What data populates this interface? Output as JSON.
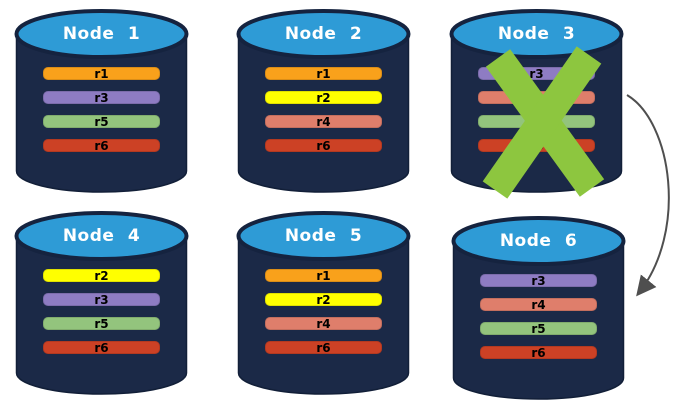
{
  "diagram": {
    "description_label": "database-node-replication-diagram"
  },
  "colors": {
    "canvas_background": "#FFFFFF",
    "cylinder_body": "#1B2947",
    "cylinder_body_outline": "#121F38",
    "cylinder_top": "#2E9BD6",
    "cylinder_top_outline": "#15233F",
    "title_text": "#FFFFFF",
    "row_label_text": "#000000"
  },
  "nodes": [
    {
      "title": "Node 1",
      "rows": [
        {
          "label": "r1",
          "color": "#F9A11B"
        },
        {
          "label": "r3",
          "color": "#8E7CC3"
        },
        {
          "label": "r5",
          "color": "#93C47D"
        },
        {
          "label": "r6",
          "color": "#CC4125"
        }
      ]
    },
    {
      "title": "Node 2",
      "rows": [
        {
          "label": "r1",
          "color": "#F9A11B"
        },
        {
          "label": "r2",
          "color": "#FFFF00"
        },
        {
          "label": "r4",
          "color": "#DF7E6B"
        },
        {
          "label": "r6",
          "color": "#CC4125"
        }
      ]
    },
    {
      "title": "Node 3",
      "rows": [
        {
          "label": "r3",
          "color": "#8E7CC3"
        },
        {
          "label": "r4",
          "color": "#DF7E6B"
        },
        {
          "label": "r5",
          "color": "#93C47D"
        },
        {
          "label": "r6",
          "color": "#CC4125"
        }
      ]
    },
    {
      "title": "Node 4",
      "rows": [
        {
          "label": "r2",
          "color": "#FFFF00"
        },
        {
          "label": "r3",
          "color": "#8E7CC3"
        },
        {
          "label": "r5",
          "color": "#93C47D"
        },
        {
          "label": "r6",
          "color": "#CC4125"
        }
      ]
    },
    {
      "title": "Node 5",
      "rows": [
        {
          "label": "r1",
          "color": "#F9A11B"
        },
        {
          "label": "r2",
          "color": "#FFFF00"
        },
        {
          "label": "r4",
          "color": "#DF7E6B"
        },
        {
          "label": "r6",
          "color": "#CC4125"
        }
      ]
    },
    {
      "title": "Node 6",
      "rows": [
        {
          "label": "r3",
          "color": "#8E7CC3"
        },
        {
          "label": "r4",
          "color": "#DF7E6B"
        },
        {
          "label": "r5",
          "color": "#93C47D"
        },
        {
          "label": "r6",
          "color": "#CC4125"
        }
      ]
    }
  ],
  "failure_x": {
    "on_node": "Node 3",
    "color": "#8DC63F"
  },
  "arrow": {
    "from_node": "Node 3",
    "to_node": "Node 6",
    "color": "#4F4F4F"
  }
}
